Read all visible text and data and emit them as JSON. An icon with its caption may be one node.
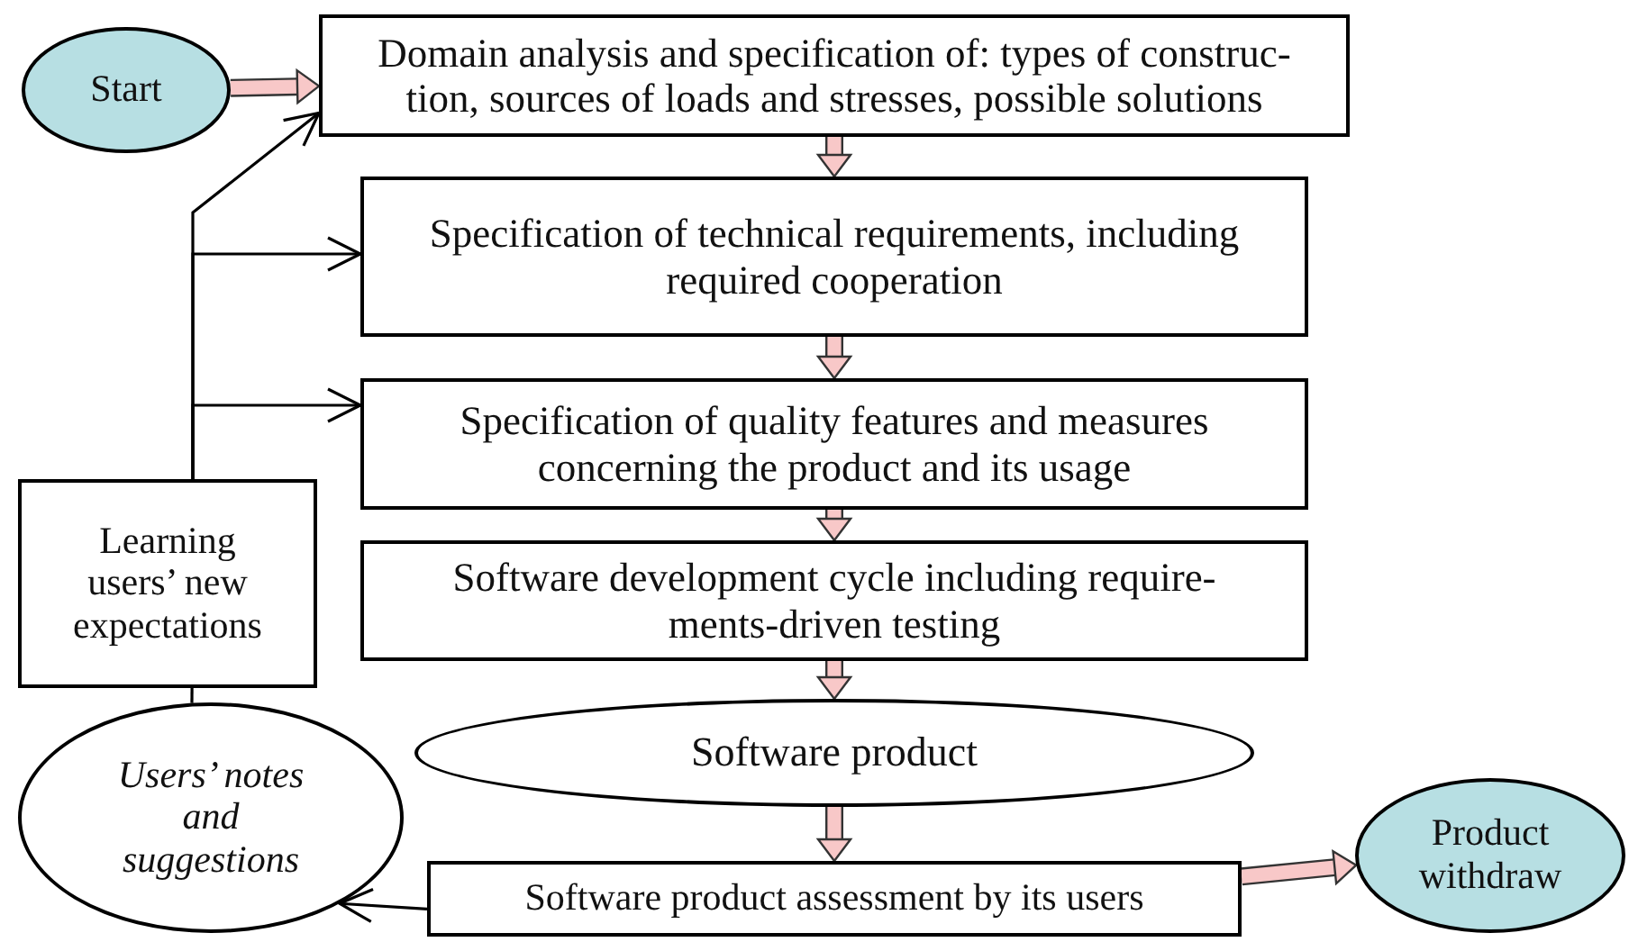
{
  "diagram": {
    "nodes": [
      {
        "text": [
          "Start"
        ]
      },
      {
        "text": [
          "Domain analysis and specification of: types of construc- tion, sources of loads and stresses, possible solutions"
        ]
      },
      {
        "text": [
          "Specification of technical requirements, including required cooperation"
        ]
      },
      {
        "text": [
          "Specification of quality features and measures concerning the product and its usage"
        ]
      },
      {
        "text": [
          "Learning users’ new expectations"
        ]
      },
      {
        "text": [
          "Software development cycle including require- ments-driven testing"
        ]
      },
      {
        "text": [
          "Software product"
        ]
      },
      {
        "text": [
          "Users’ notes and suggestions"
        ]
      },
      {
        "text": [
          "Software product assessment by its users"
        ]
      },
      {
        "text": [
          "Product withdraw"
        ]
      }
    ],
    "edges": [
      {
        "from": 0,
        "to": 1,
        "arrow": "to"
      },
      {
        "from": 1,
        "to": 2,
        "arrow": "to"
      },
      {
        "from": 2,
        "to": 3,
        "arrow": "to"
      },
      {
        "from": 3,
        "to": 5,
        "arrow": "to"
      },
      {
        "from": 5,
        "to": 6,
        "arrow": "to"
      },
      {
        "from": 6,
        "to": 8,
        "arrow": "to"
      },
      {
        "from": 8,
        "to": 9,
        "arrow": "to"
      },
      {
        "from": 8,
        "to": 7,
        "arrow": "to",
        "color": "#000000"
      },
      {
        "from": 7,
        "to": 4,
        "arrow": "none",
        "color": "#000000"
      },
      {
        "from": 4,
        "to": 1,
        "arrow": "to",
        "color": "#000000"
      },
      {
        "from": 4,
        "to": 2,
        "arrow": "to",
        "color": "#000000"
      },
      {
        "from": 4,
        "to": 3,
        "arrow": "to",
        "color": "#000000"
      }
    ]
  }
}
